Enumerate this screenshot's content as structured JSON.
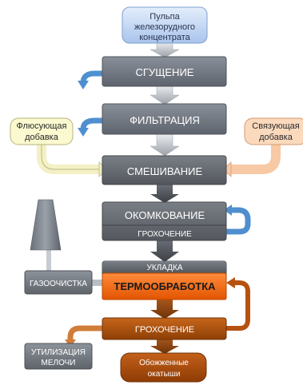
{
  "nodes": {
    "pulp": {
      "line1": "Пульпа",
      "line2": "железорудного",
      "line3": "концентрата"
    },
    "thickening": {
      "label": "СГУЩЕНИЕ"
    },
    "filtration": {
      "label": "ФИЛЬТРАЦИЯ"
    },
    "flux": {
      "line1": "Флюсующая",
      "line2": "добавка"
    },
    "binder": {
      "line1": "Связующая",
      "line2": "добавка"
    },
    "mixing": {
      "label": "СМЕШИВАНИЕ"
    },
    "pelletizing": {
      "label": "ОКОМКОВАНИЕ"
    },
    "screening1": {
      "label": "ГРОХОЧЕНИЕ"
    },
    "laying": {
      "label": "УКЛАДКА"
    },
    "heat": {
      "label": "ТЕРМООБРАБОТКА"
    },
    "gas": {
      "label": "ГАЗООЧИСТКА"
    },
    "screening2": {
      "label": "ГРОХОЧЕНИЕ"
    },
    "fines": {
      "line1": "УТИЛИЗАЦИЯ",
      "line2": "МЕЛОЧИ"
    },
    "pellets": {
      "line1": "Обожженные",
      "line2": "окатыши"
    }
  },
  "colors": {
    "blue_arrow": "#4f8fcf",
    "heat_orange": "#f26a1b",
    "rust": "#b5520f"
  }
}
